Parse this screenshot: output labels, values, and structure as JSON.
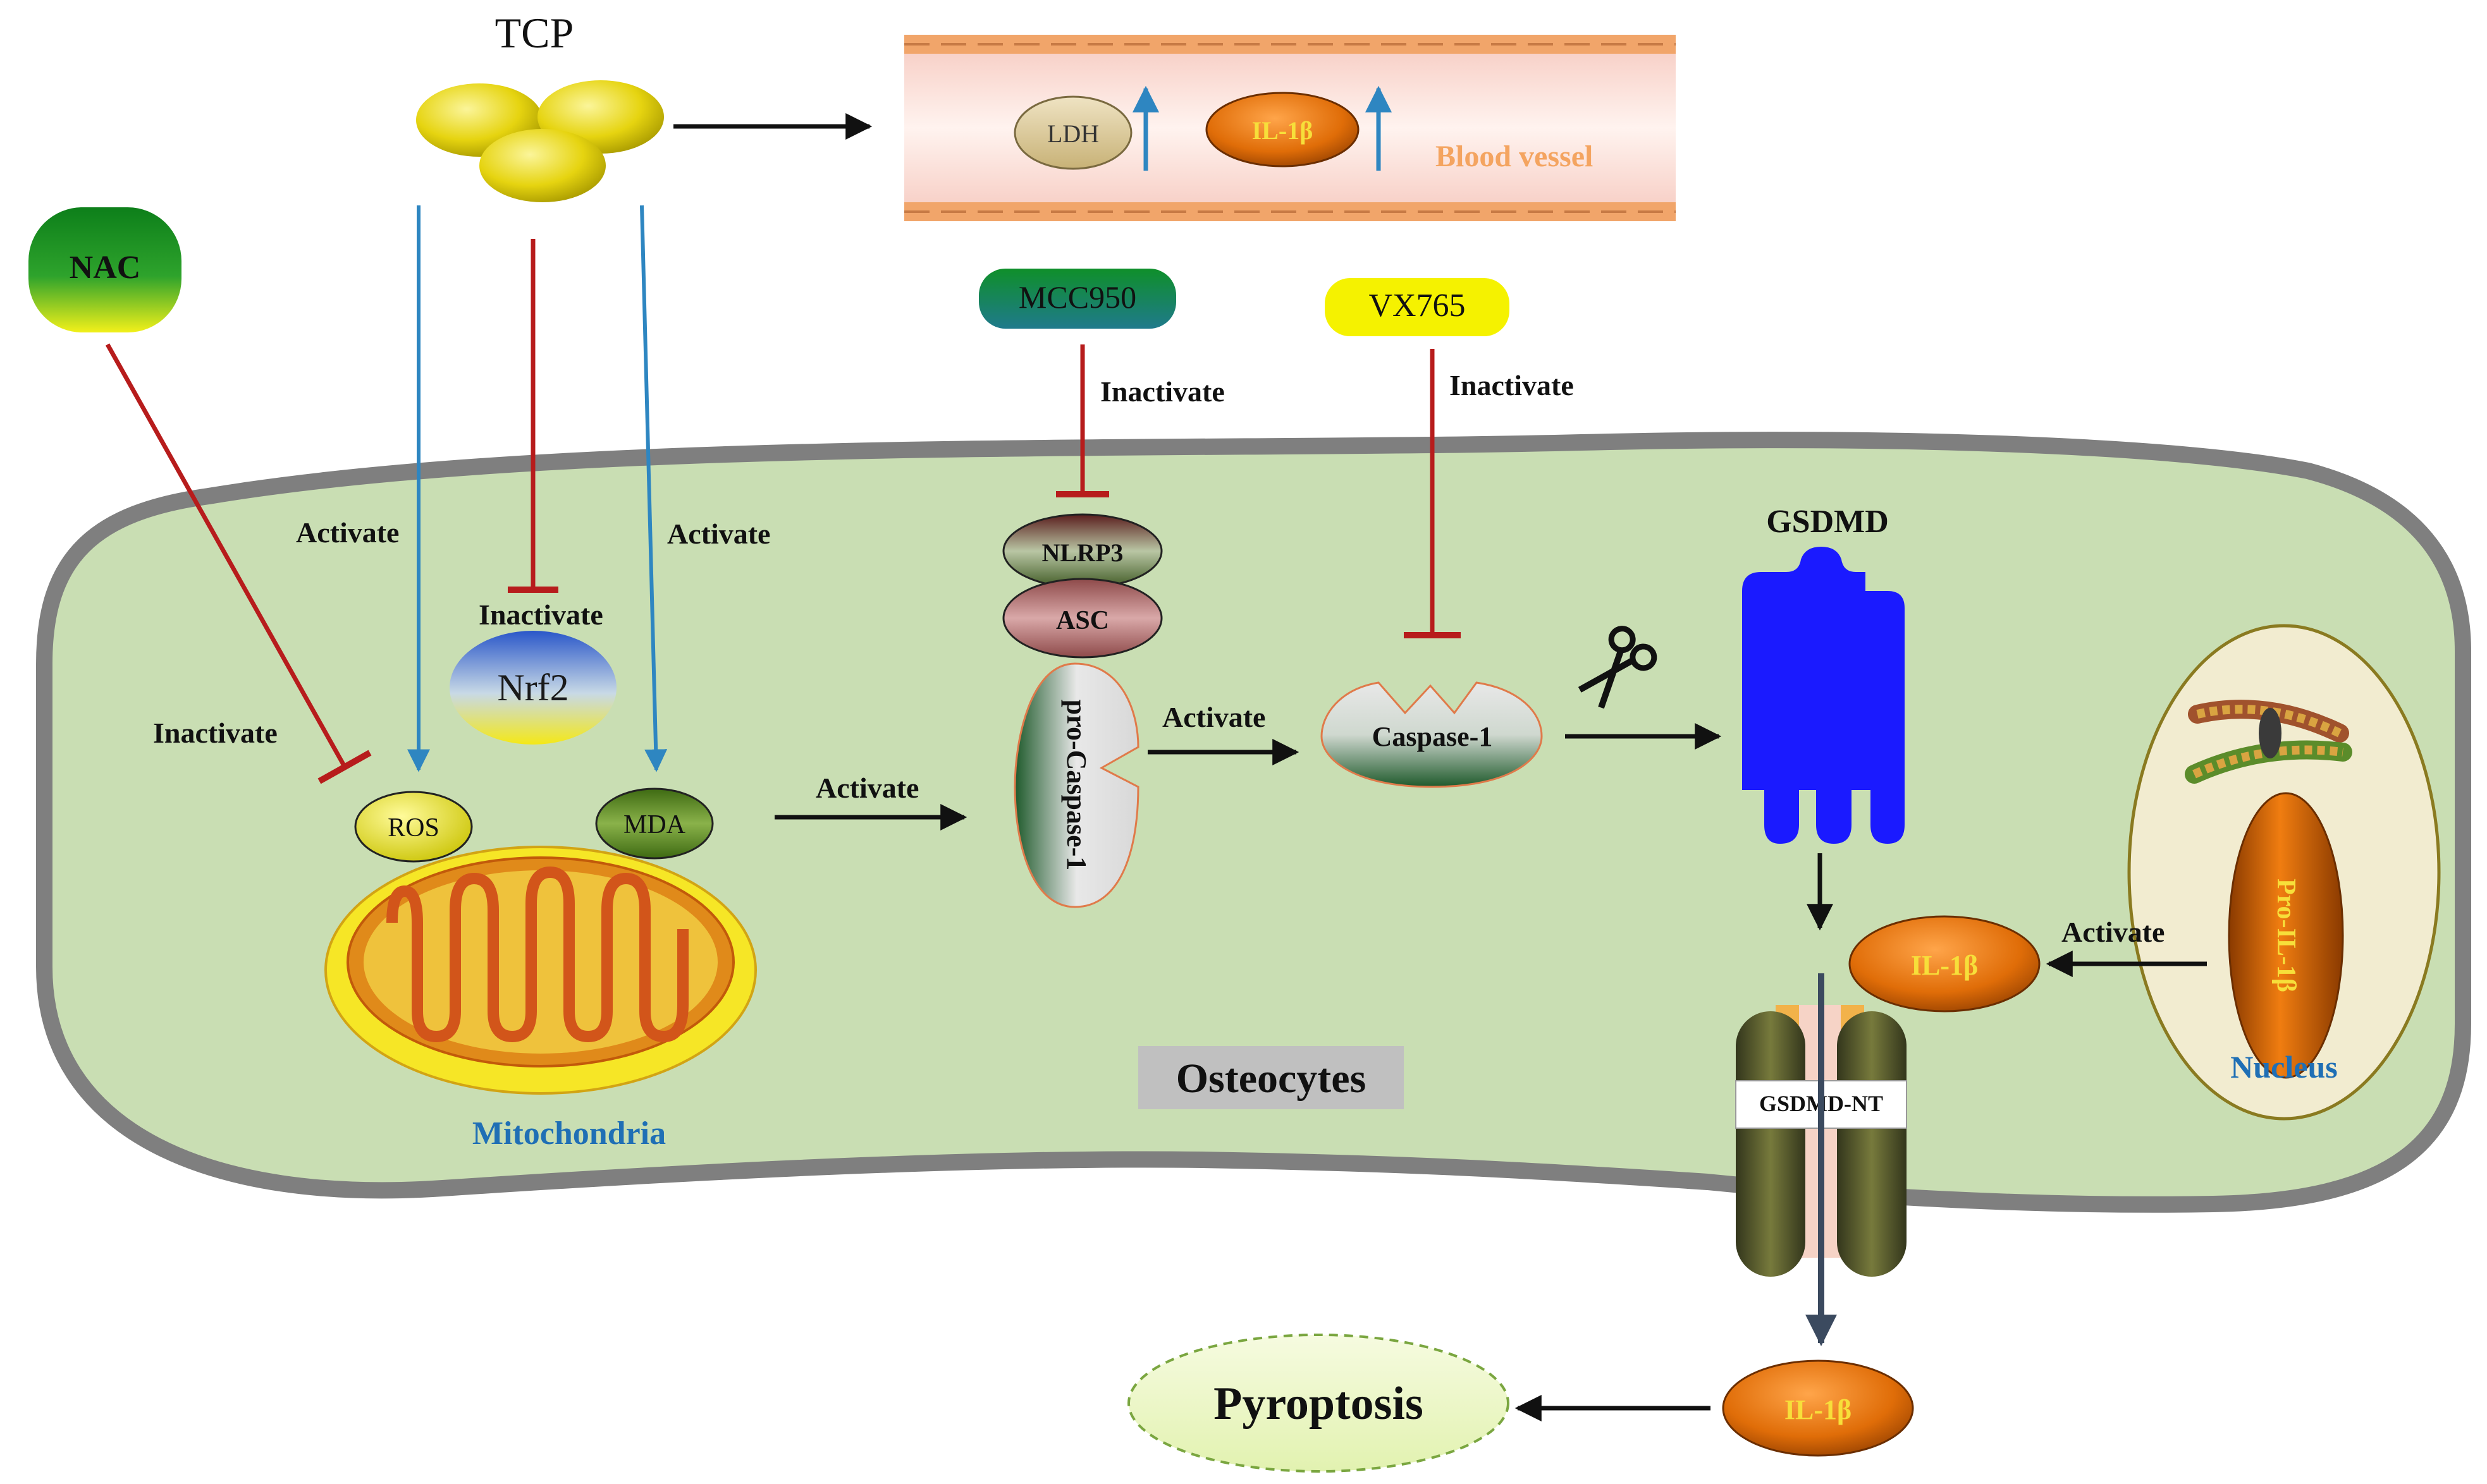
{
  "tcp": {
    "label": "TCP"
  },
  "blood_vessel": {
    "label": "Blood vessel",
    "ldh": "LDH",
    "il1b": "IL-1β"
  },
  "nac": {
    "label": "NAC"
  },
  "mcc950": {
    "label": "MCC950"
  },
  "vx765": {
    "label": "VX765"
  },
  "nrf2": {
    "label": "Nrf2"
  },
  "ros": {
    "label": "ROS"
  },
  "mda": {
    "label": "MDA"
  },
  "mitochondria": {
    "label": "Mitochondria"
  },
  "cell": {
    "label": "Osteocytes"
  },
  "inflammasome": {
    "nlrp3": "NLRP3",
    "asc": "ASC",
    "pro_caspase": "pro-Caspase-1"
  },
  "caspase1": {
    "label": "Caspase-1"
  },
  "gsdmd": {
    "label": "GSDMD"
  },
  "gsdmd_nt": {
    "label": "GSDMD-NT"
  },
  "il1b_inside": {
    "label": "IL-1β"
  },
  "il1b_released": {
    "label": "IL-1β"
  },
  "nucleus": {
    "label": "Nucleus",
    "pro_il1b": "Pro-IL-1β"
  },
  "pyroptosis": {
    "label": "Pyroptosis"
  },
  "edge_labels": {
    "activate_ros": "Activate",
    "activate_mda": "Activate",
    "inactivate_nrf2": "Inactivate",
    "inactivate_nac": "Inactivate",
    "inactivate_mcc950": "Inactivate",
    "inactivate_vx765": "Inactivate",
    "activate_mito": "Activate",
    "activate_procasp": "Activate",
    "activate_nucleus": "Activate"
  },
  "colors": {
    "cell_fill": "#c9deb3",
    "cell_border": "#7f7f7f",
    "activate_arrow": "#2e86c1",
    "inhibit_line": "#b71c1c",
    "gsdmd": "#1a1aff",
    "vessel_label": "#f4a460",
    "blue_label": "#1f6fb5"
  }
}
